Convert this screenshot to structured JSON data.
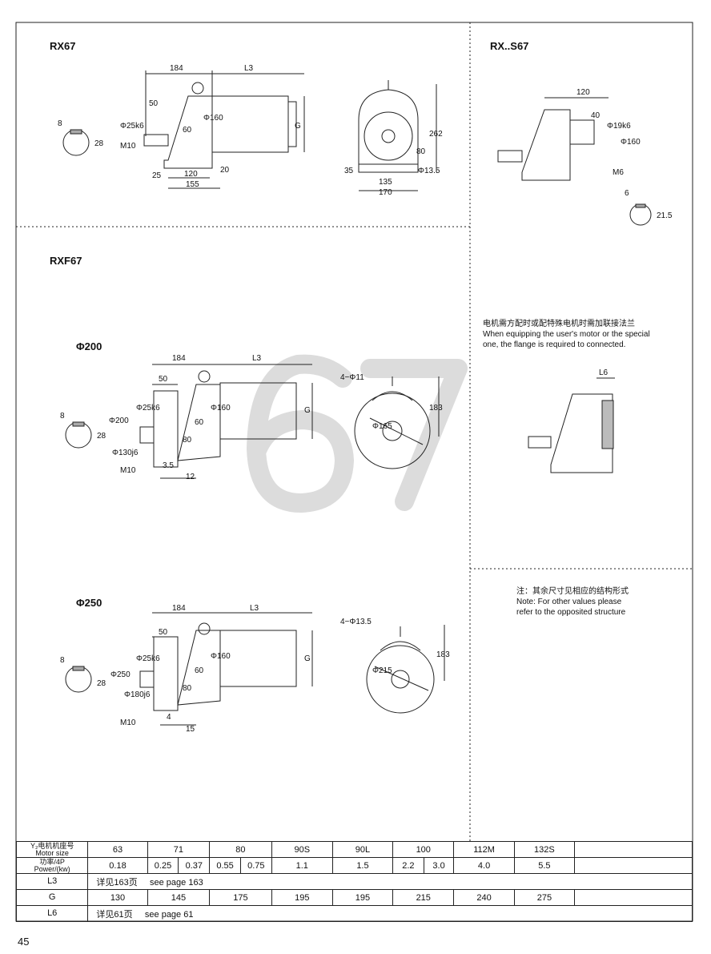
{
  "rx67": {
    "title": "RX67",
    "dims": [
      "184",
      "L3",
      "50",
      "Φ25k6",
      "60",
      "Φ160",
      "G",
      "8",
      "28",
      "M10",
      "25",
      "120",
      "155",
      "20",
      "262",
      "80",
      "35",
      "135",
      "170",
      "Φ13.5"
    ]
  },
  "rxs67": {
    "title": "RX..S67",
    "dims": [
      "120",
      "40",
      "Φ19k6",
      "Φ160",
      "M6",
      "6",
      "21.5"
    ]
  },
  "rxf67": {
    "title": "RXF67",
    "f200": {
      "title": "Φ200",
      "dims": [
        "184",
        "L3",
        "50",
        "Φ25k6",
        "Φ200",
        "Φ130j6",
        "60",
        "Φ160",
        "G",
        "80",
        "M10",
        "3.5",
        "12",
        "8",
        "28",
        "4−Φ11",
        "Φ165",
        "183"
      ]
    },
    "f250": {
      "title": "Φ250",
      "dims": [
        "184",
        "L3",
        "50",
        "Φ25k6",
        "Φ250",
        "Φ180j6",
        "60",
        "Φ160",
        "G",
        "80",
        "M10",
        "4",
        "15",
        "8",
        "28",
        "4−Φ13.5",
        "Φ215",
        "183"
      ]
    }
  },
  "watermark": "67",
  "flange_note": {
    "zh": "电机需方配时或配特殊电机时需加联接法兰",
    "en1": "When equipping the user's motor or the special",
    "en2": "one, the flange is required to connected.",
    "dim": "L6"
  },
  "other_note": {
    "zh": "注：其余尺寸见相应的结构形式",
    "en1": "Note: For other values please",
    "en2": "refer to the opposited structure"
  },
  "table": {
    "motor_label_zh": "Y₂电机机座号",
    "motor_label_en": "Motor size",
    "motor_sizes": [
      "63",
      "71",
      "80",
      "90S",
      "90L",
      "100",
      "112M",
      "132S"
    ],
    "power_label_zh": "功率/4P",
    "power_label_en": "Power/(kw)",
    "powers": [
      "0.18",
      "0.25",
      "0.37",
      "0.55",
      "0.75",
      "1.1",
      "1.5",
      "2.2",
      "3.0",
      "4.0",
      "5.5"
    ],
    "l3_label": "L3",
    "l3_zh": "详见163页",
    "l3_en": "see page 163",
    "g_label": "G",
    "g_values": [
      "130",
      "145",
      "175",
      "195",
      "195",
      "215",
      "240",
      "275"
    ],
    "l6_label": "L6",
    "l6_zh": "详见61页",
    "l6_en": "see page 61"
  },
  "page_number": "45"
}
